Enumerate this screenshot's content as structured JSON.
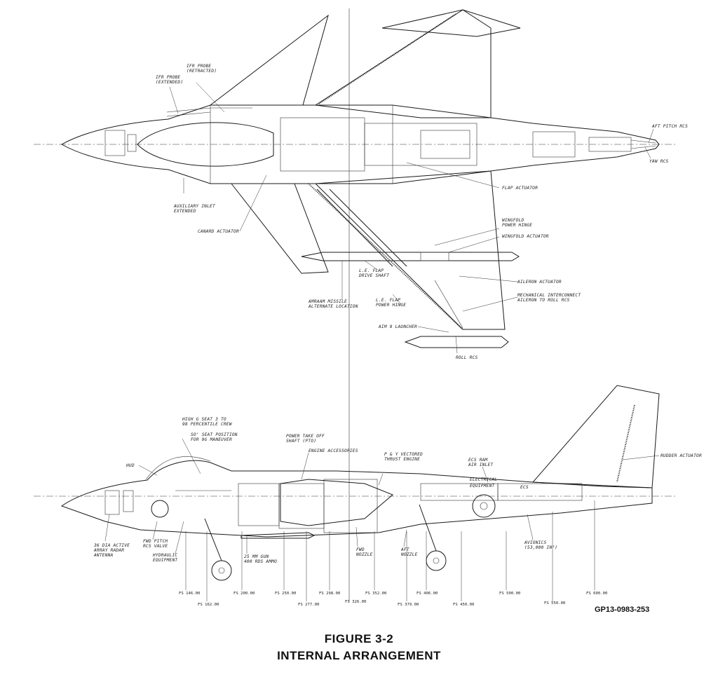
{
  "top_view_labels": {
    "ifr_probe_retracted": [
      "IFR PROBE",
      "(RETRACTED)"
    ],
    "ifr_probe_extended": [
      "IFR PROBE",
      "(EXTENDED)"
    ],
    "aft_pitch_rcs": "AFT PITCH RCS",
    "yaw_rcs": "YAW RCS",
    "flap_actuator": "FLAP ACTUATOR",
    "auxiliary_inlet": [
      "AUXILIARY INLET",
      "EXTENDED"
    ],
    "canard_actuator": "CANARD ACTUATOR",
    "wingfold_power_hinge": [
      "WINGFOLD",
      "POWER HINGE"
    ],
    "wingfold_actuator": "WINGFOLD ACTUATOR",
    "le_flap_drive_shaft": [
      "L.E. FLAP",
      "DRIVE SHAFT"
    ],
    "aileron_actuator": "AILERON ACTUATOR",
    "mechanical_interconnect": [
      "MECHANICAL INTERCONNECT",
      "AILERON TO ROLL RCS"
    ],
    "amraam_missile": [
      "AMRAAM MISSILE",
      "ALTERNATE LOCATION"
    ],
    "le_flap_power_hinge": [
      "L.E. FLAP",
      "POWER HINGE"
    ],
    "aim9_launcher": "AIM 9 LAUNCHER",
    "roll_rcs": "ROLL RCS"
  },
  "side_view_labels": {
    "high_g_seat": [
      "HIGH G SEAT 3 TO",
      "98 PERCENTILE CREW"
    ],
    "seat_position": [
      "SO' SEAT POSITION",
      "FOR 9G MANEUVER"
    ],
    "power_take_off": [
      "POWER TAKE OFF",
      "SHAFT (PTO)"
    ],
    "engine_accessories": "ENGINE ACCESSORIES",
    "vectored_engine": [
      "P & Y VECTORED",
      "THRUST ENGINE"
    ],
    "ecs_ram_inlet": [
      "ECS RAM",
      "AIR INLET"
    ],
    "rudder_actuator": "RUDDER ACTUATOR",
    "hud": "HUD",
    "electrical_equipment": [
      "ELECTRICAL",
      "EQUIPMENT"
    ],
    "ecs": "ECS",
    "radar_antenna": [
      "36 DIA ACTIVE",
      "ARRAY RADAR",
      "ANTENNA"
    ],
    "fwd_pitch_rcs": [
      "FWD PITCH",
      "RCS VALVE"
    ],
    "hydraulic_equipment": [
      "HYDRAULIC",
      "EQUIPMENT"
    ],
    "gun": [
      "25 MM GUN",
      "400 RDS AMMO"
    ],
    "fwd_nozzle": [
      "FWD",
      "NOZZLE"
    ],
    "aft_nozzle": [
      "AFT",
      "NOZZLE"
    ],
    "avionics": [
      "AVIONICS",
      "(53,000 IN³)"
    ]
  },
  "fuselage_stations": {
    "upper": [
      "FS 146.00",
      "FS 200.00",
      "FS 250.00",
      "FS 298.00",
      "FS 352.00",
      "FS 406.00",
      "FS 500.00",
      "FS 600.00"
    ],
    "lower": [
      "FS 162.00",
      "FS 277.00",
      "FS 326.00",
      "FS 379.00",
      "FS 450.00",
      "FS 550.00"
    ]
  },
  "drawing_code": "GP13-0983-253",
  "figure": {
    "number": "FIGURE 3-2",
    "title": "INTERNAL ARRANGEMENT"
  }
}
